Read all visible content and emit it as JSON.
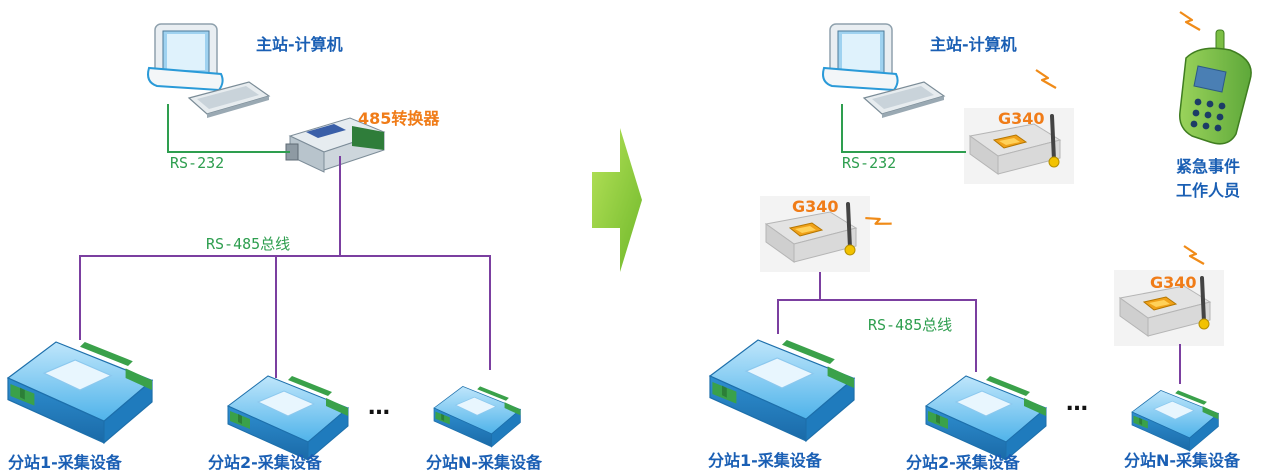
{
  "left": {
    "master_label": "主站-计算机",
    "converter_label": "485转换器",
    "rs232_label": "RS-232",
    "bus_label": "RS-485总线",
    "station1_label": "分站1-采集设备",
    "station2_label": "分站2-采集设备",
    "stationN_label": "分站N-采集设备",
    "ellipsis": "…"
  },
  "right": {
    "master_label": "主站-计算机",
    "rs232_label": "RS-232",
    "g340_label": "G340",
    "bus_label": "RS-485总线",
    "station1_label": "分站1-采集设备",
    "station2_label": "分站2-采集设备",
    "stationN_label": "分站N-采集设备",
    "ellipsis": "…",
    "emergency_line1": "紧急事件",
    "emergency_line2": "工作人员"
  },
  "colors": {
    "bus_line": "#7b3fa0",
    "serial_line": "#2e9e4f",
    "arrow": "#8fcf3a",
    "label_blue": "#1a5fb4",
    "label_orange": "#f07c18",
    "device_blue": "#36a9e1"
  }
}
